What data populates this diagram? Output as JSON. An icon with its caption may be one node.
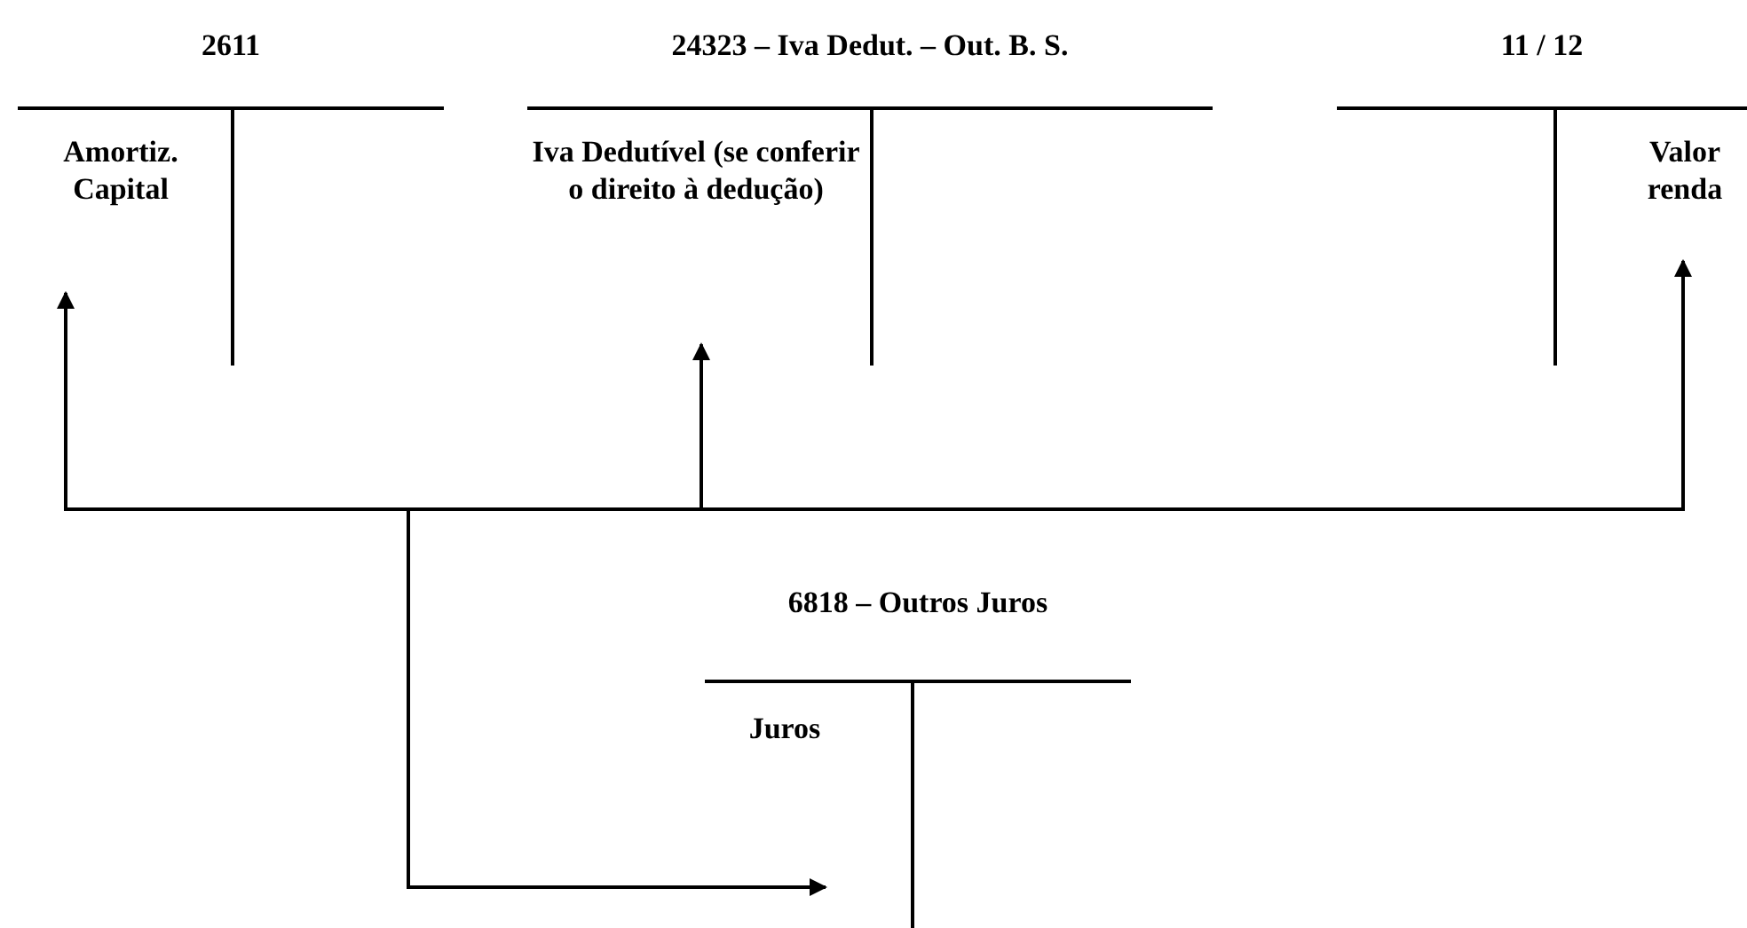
{
  "diagram": {
    "nodes": [
      {
        "text": [
          "2611"
        ]
      },
      {
        "text": [
          "Amortiz. Capital"
        ],
        "in": 0
      },
      {
        "text": [
          "24323 – Iva Dedut. – Out. B. S."
        ]
      },
      {
        "text": [
          "Iva Dedutível (se conferir o direito à dedução)"
        ],
        "in": 2
      },
      {
        "text": [
          "11 / 12"
        ]
      },
      {
        "text": [
          "Valor renda"
        ],
        "in": 4
      },
      {
        "text": [
          "6818 – Outros Juros"
        ]
      },
      {
        "text": [
          "Juros"
        ],
        "in": 6
      }
    ],
    "edges": [
      {
        "from": null,
        "to": 1,
        "arrow": "to"
      },
      {
        "from": null,
        "to": 3,
        "arrow": "to"
      },
      {
        "from": null,
        "to": 5,
        "arrow": "to"
      },
      {
        "from": null,
        "to": 6,
        "arrow": "to"
      }
    ]
  }
}
